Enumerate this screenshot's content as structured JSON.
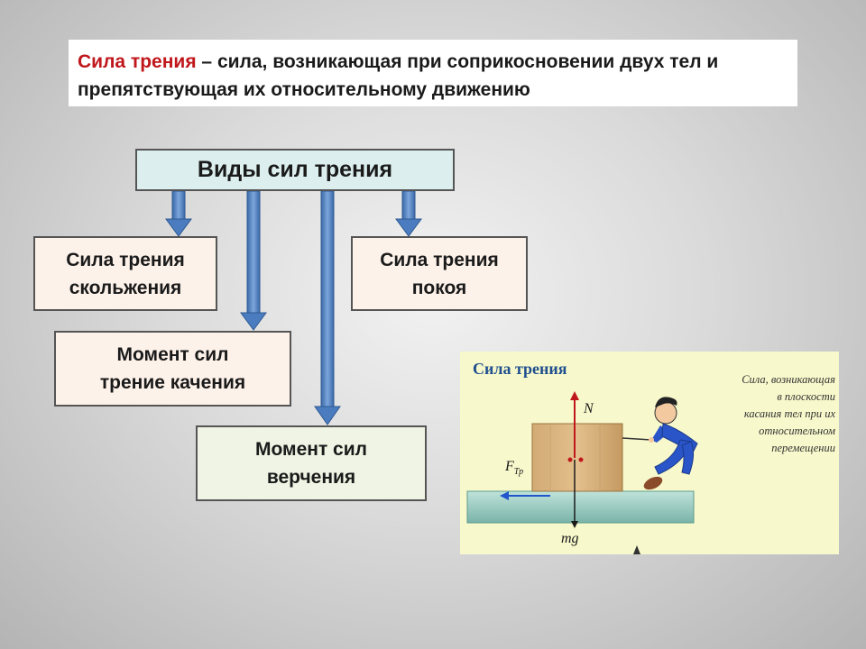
{
  "definition": {
    "term": "Сила трения",
    "dash": " – ",
    "text": "сила, возникающая при соприкосновении двух тел и препятствующая их относительному движению"
  },
  "diagram": {
    "title": "Виды сил трения",
    "boxes": {
      "sliding": "Сила трения\nскольжения",
      "static": "Сила трения\nпокоя",
      "rolling": "Момент сил\nтрение качения",
      "spinning": "Момент сил\nверчения"
    }
  },
  "illustration": {
    "title": "Сила трения",
    "description": "Сила, возникающая\nв плоскости\nкасания тел при их\nотносительном\nперемещении",
    "label_n": "N",
    "label_f": "F",
    "label_f_sub": "Тр",
    "label_mg": "mg"
  },
  "colors": {
    "term": "#c0171c",
    "arrow": "#4a7cbf",
    "title_box": "#dcefee"
  }
}
